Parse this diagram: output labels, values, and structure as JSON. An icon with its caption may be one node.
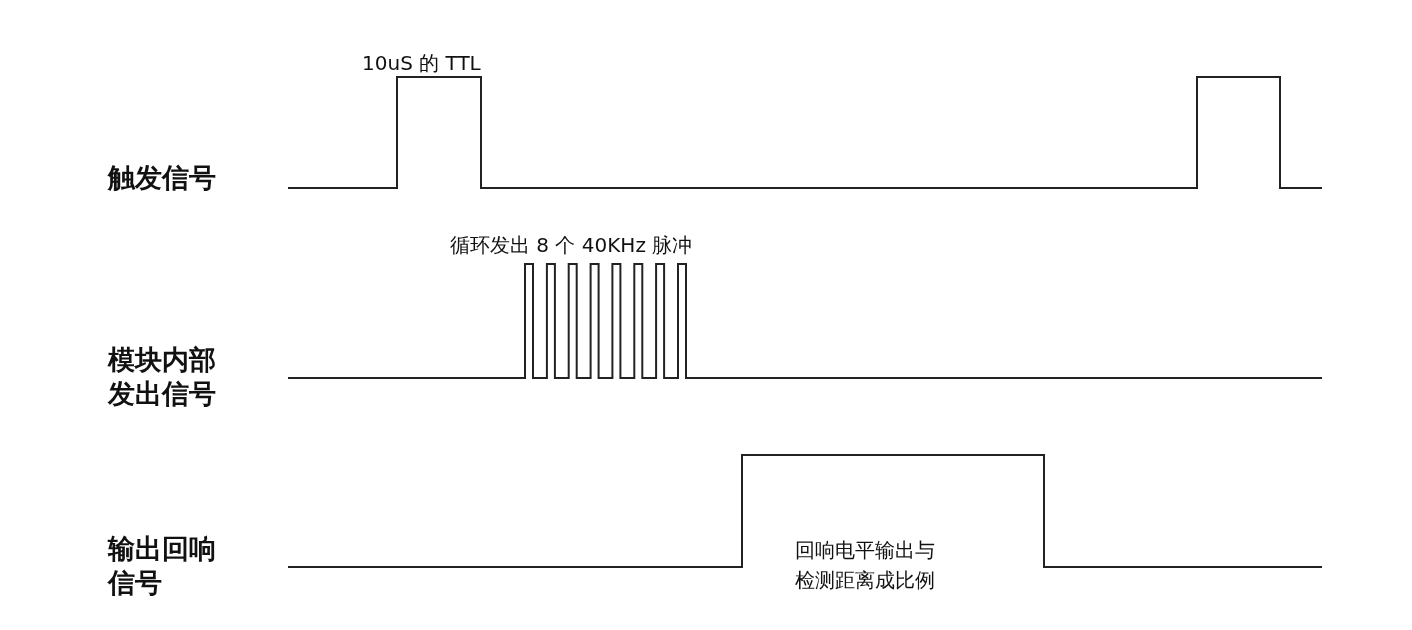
{
  "diagram": {
    "labels": [
      "10uS 的 TTL",
      "触发信号",
      "循环发出 8 个 40KHz 脉冲",
      "模块内部发出信号",
      "输出回响信号",
      "回响电平输出与检测距离成比例"
    ]
  }
}
